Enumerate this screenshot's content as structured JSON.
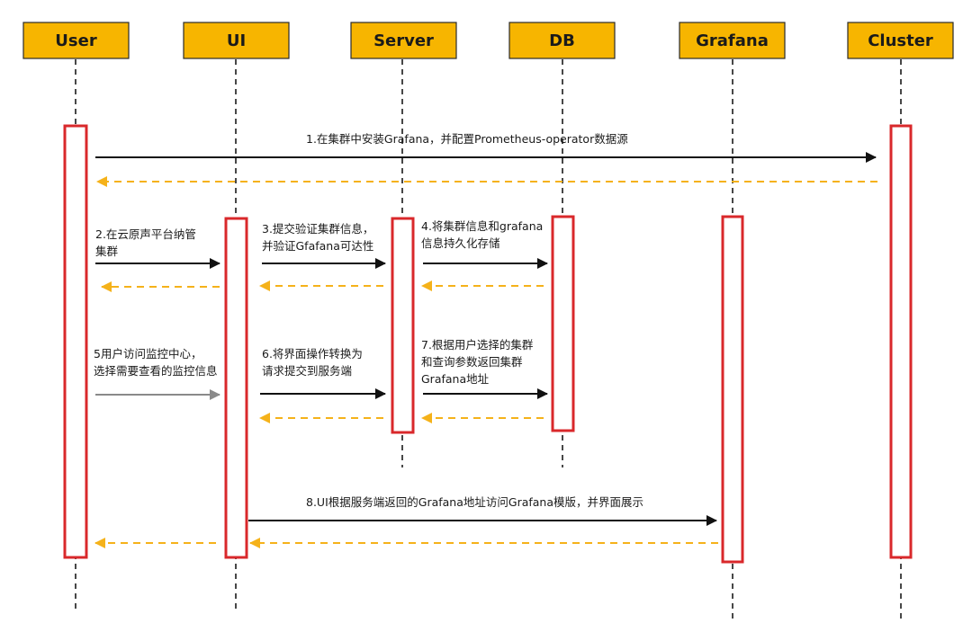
{
  "actors": [
    {
      "id": "user",
      "label": "User"
    },
    {
      "id": "ui",
      "label": "UI"
    },
    {
      "id": "server",
      "label": "Server"
    },
    {
      "id": "db",
      "label": "DB"
    },
    {
      "id": "grafana",
      "label": "Grafana"
    },
    {
      "id": "cluster",
      "label": "Cluster"
    }
  ],
  "messages": [
    {
      "id": "m1",
      "from": "user",
      "to": "cluster",
      "lines": [
        "1.在集群中安装Grafana，并配置Prometheus-operator数据源"
      ]
    },
    {
      "id": "m2",
      "from": "user",
      "to": "ui",
      "lines": [
        "2.在云原声平台纳管",
        "集群"
      ]
    },
    {
      "id": "m3",
      "from": "ui",
      "to": "server",
      "lines": [
        "3.提交验证集群信息，",
        "并验证Gfafana可达性"
      ]
    },
    {
      "id": "m4",
      "from": "server",
      "to": "db",
      "lines": [
        "4.将集群信息和grafana",
        "信息持久化存储"
      ]
    },
    {
      "id": "m5",
      "from": "user",
      "to": "ui",
      "lines": [
        "5用户访问监控中心，",
        "选择需要查看的监控信息"
      ]
    },
    {
      "id": "m6",
      "from": "ui",
      "to": "server",
      "lines": [
        "6.将界面操作转换为",
        "请求提交到服务端"
      ]
    },
    {
      "id": "m7",
      "from": "server",
      "to": "db",
      "lines": [
        "7.根据用户选择的集群",
        "和查询参数返回集群",
        "Grafana地址"
      ]
    },
    {
      "id": "m8",
      "from": "ui",
      "to": "grafana",
      "lines": [
        "8.UI根据服务端返回的Grafana地址访问Grafana模版，并界面展示"
      ]
    }
  ],
  "colors": {
    "actor_fill": "#F7B500",
    "activation_border": "#D9282B",
    "return_arrow": "#F5B21A",
    "message_arrow": "#111111",
    "message_arrow_gray": "#8a8a8a"
  }
}
